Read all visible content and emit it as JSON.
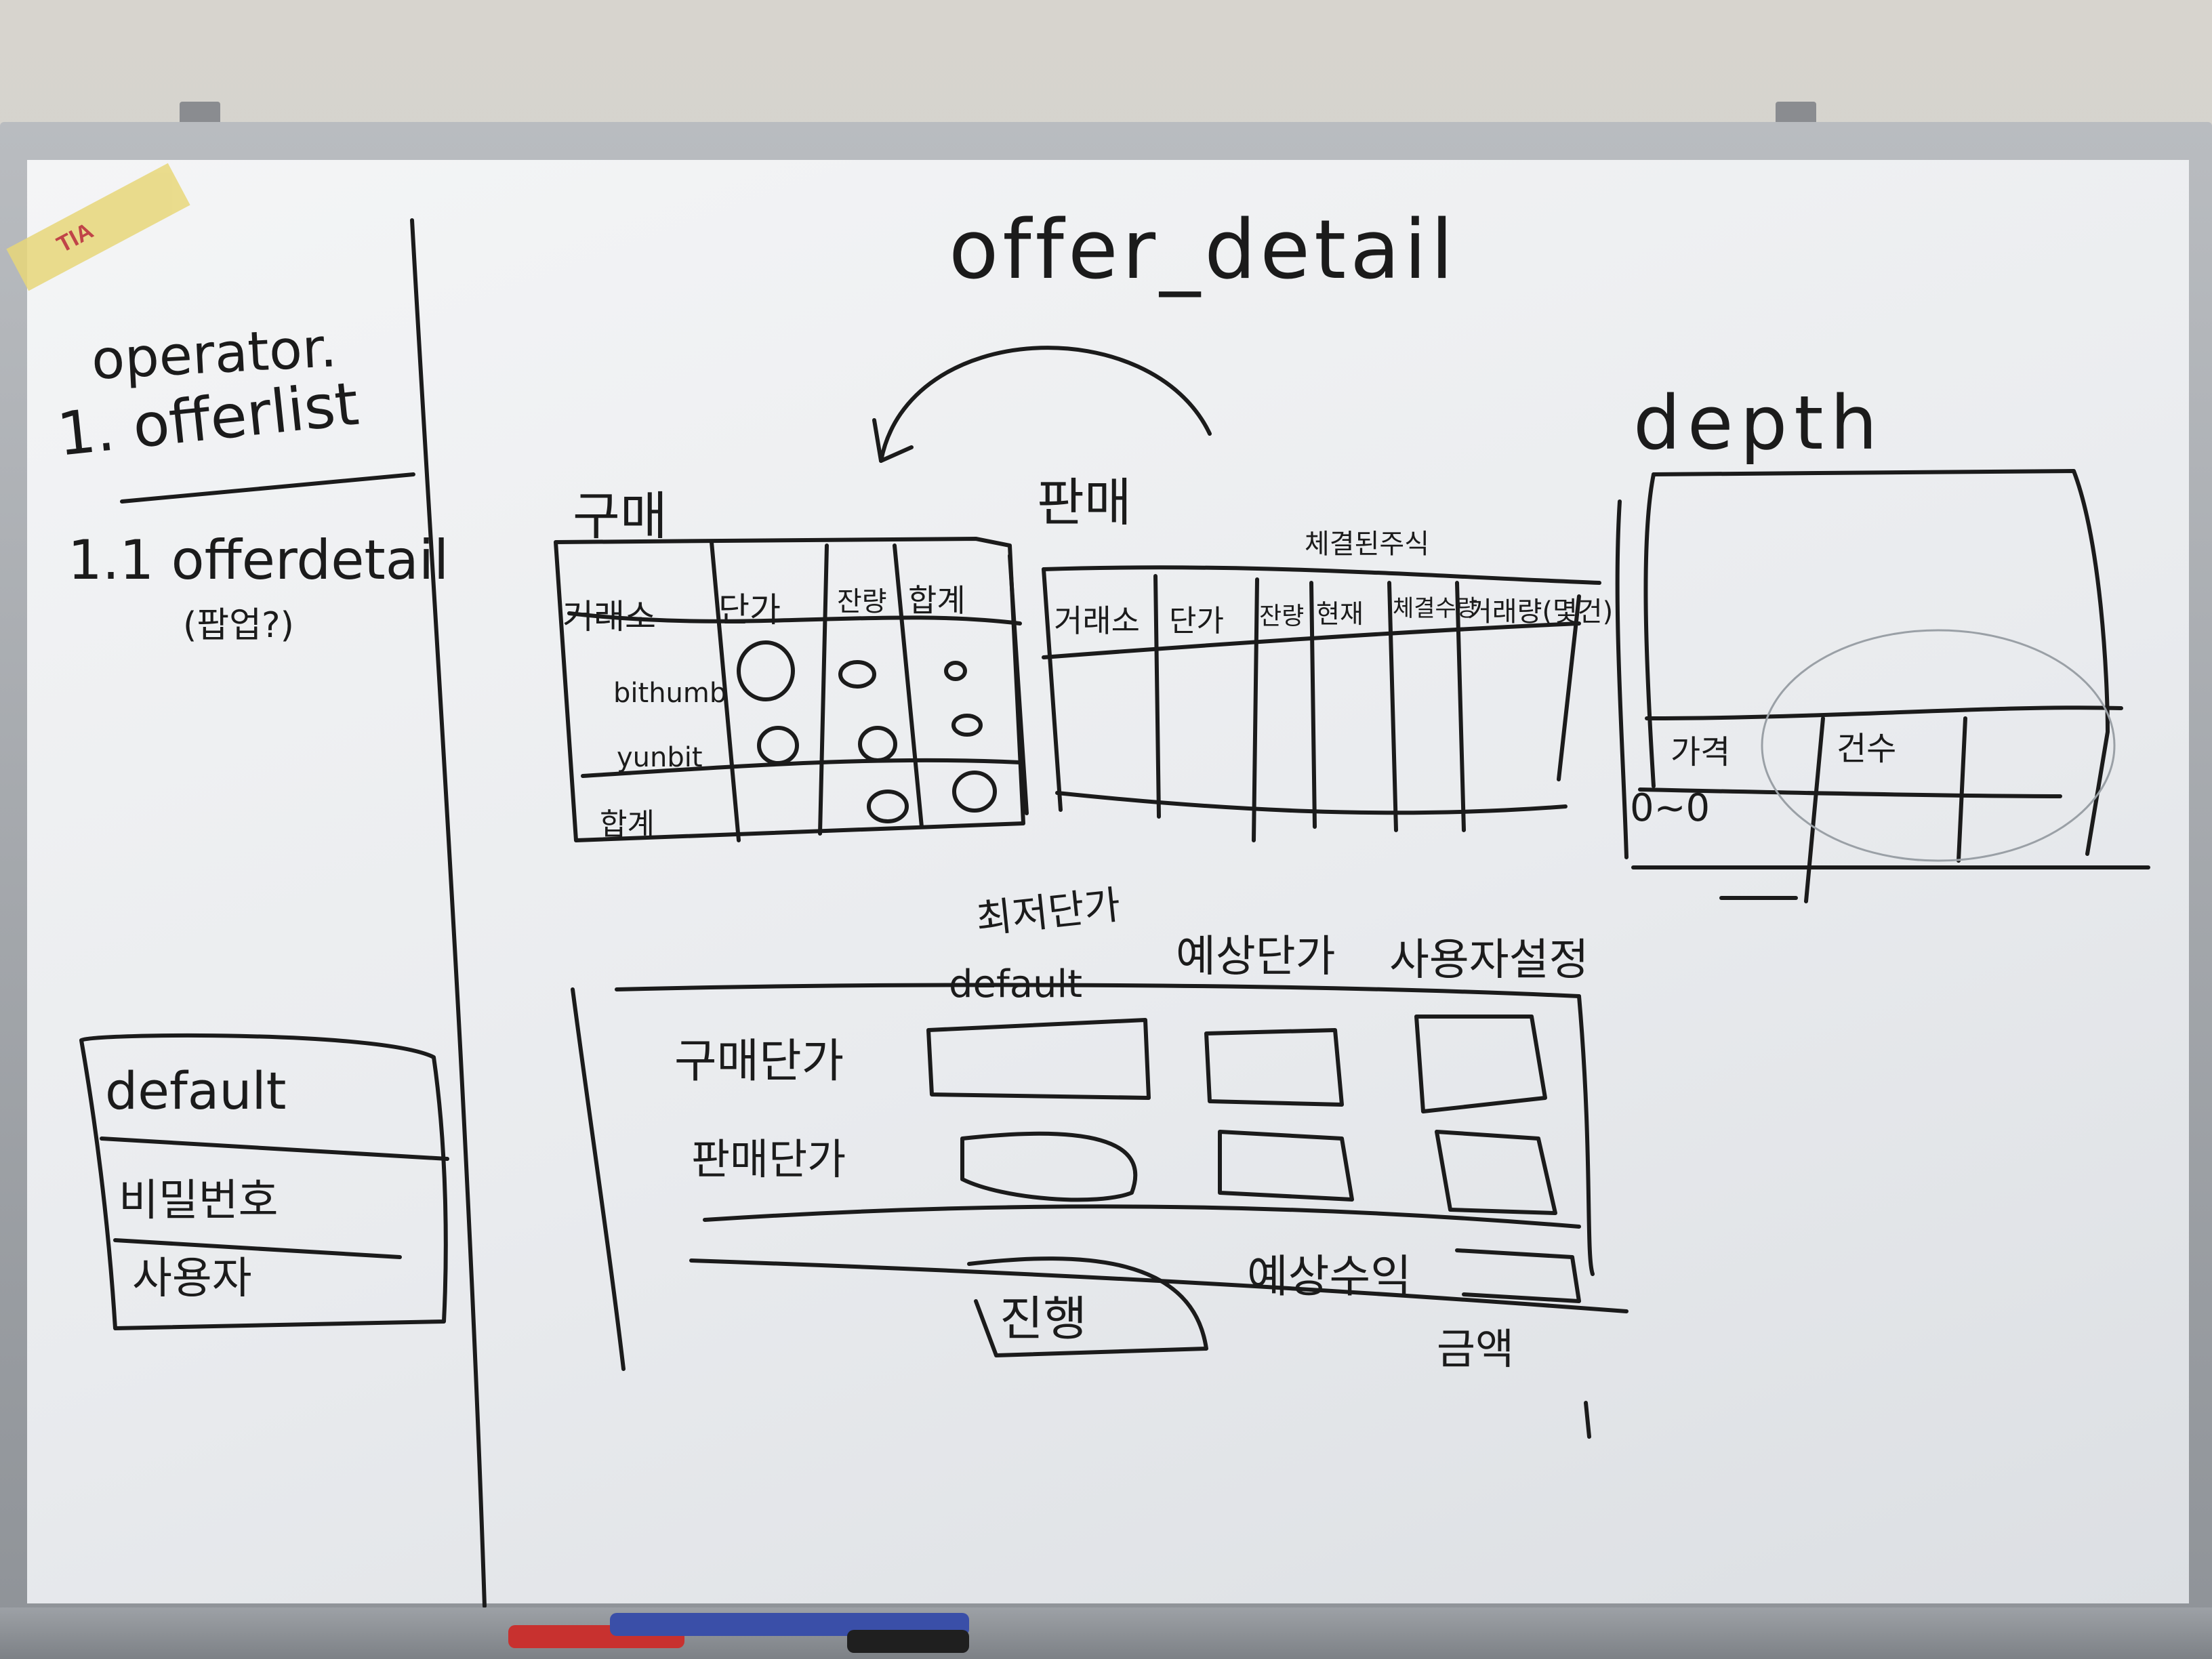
{
  "left_column": {
    "operator": "operator.",
    "item1": "1. offerlist",
    "item2": "1.1 offerdetail",
    "item2_note": "(팝업?)",
    "default_box": {
      "title": "default",
      "row1": "비밀번호",
      "row2": "사용자"
    }
  },
  "title": "offer_detail",
  "arrow_label_left": "구매",
  "arrow_label_right": "판매",
  "buy_table": {
    "headers": [
      "거래소",
      "단가",
      "잔량",
      "합계"
    ],
    "rows": [
      "bithumb",
      "yunbit",
      "합계"
    ]
  },
  "sell_table": {
    "above_header": "체결된주식",
    "headers": [
      "거래소",
      "단가",
      "잔량",
      "현재",
      "체결수량",
      "거래량(몇건)"
    ]
  },
  "depth": {
    "title": "depth",
    "headers": [
      "가격",
      "건수"
    ],
    "cell": "0~0"
  },
  "price_section": {
    "col1": "최저단가",
    "col1_note": "default",
    "col2": "예상단가",
    "col3": "사용자설정",
    "row1": "구매단가",
    "row2": "판매단가",
    "button": "진행",
    "expected_profit": "예상수익",
    "profit_label": "금액"
  },
  "colors": {
    "ink": "#1b1b1b",
    "board": "#eceef1",
    "frame": "#9a9ea3"
  }
}
